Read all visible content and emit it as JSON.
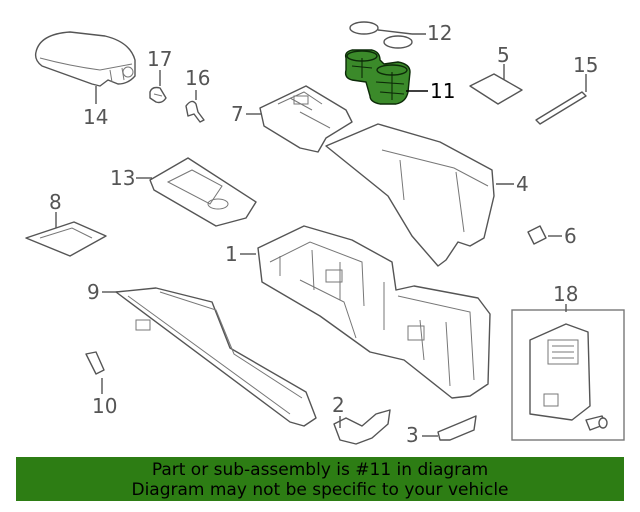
{
  "callouts": {
    "c1": "1",
    "c2": "2",
    "c3": "3",
    "c4": "4",
    "c5": "5",
    "c6": "6",
    "c7": "7",
    "c8": "8",
    "c9": "9",
    "c10": "10",
    "c11": "11",
    "c12": "12",
    "c13": "13",
    "c14": "14",
    "c15": "15",
    "c16": "16",
    "c17": "17",
    "c18": "18"
  },
  "highlighted_part": "11",
  "colors": {
    "highlight": "#3b8a2a",
    "banner": "#2d7d14",
    "lines": "#555555"
  },
  "banner": {
    "line1": "Part or sub-assembly is #11 in diagram",
    "line2": "Diagram may not be specific to your vehicle"
  }
}
